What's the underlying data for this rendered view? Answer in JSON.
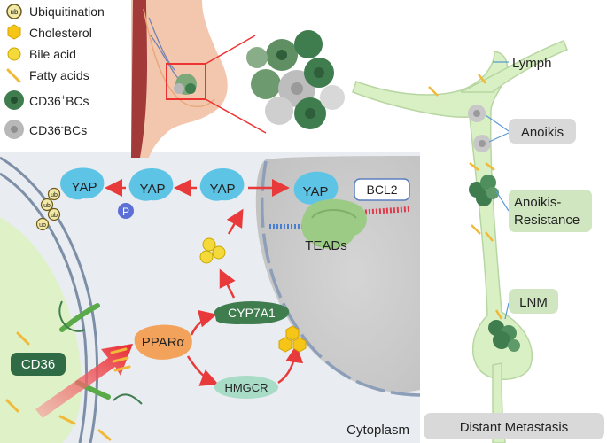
{
  "legend": {
    "items": [
      {
        "label": "Ubiquitination",
        "symbol": "ub"
      },
      {
        "label": "Cholesterol"
      },
      {
        "label": "Bile acid"
      },
      {
        "label": "Fatty acids"
      },
      {
        "label_main": "CD36",
        "label_sup": "+",
        "label_tail": "BCs"
      },
      {
        "label_main": "CD36",
        "label_sup": "-",
        "label_tail": "BCs"
      }
    ]
  },
  "cell": {
    "yap_labels": [
      "YAP",
      "YAP",
      "YAP",
      "YAP"
    ],
    "ub_label": "ub",
    "phospho_label": "P",
    "bcl2_label": "BCL2",
    "teads_label": "TEADs",
    "cyp7a1_label": "CYP7A1",
    "ppara_label": "PPARα",
    "hmgcr_label": "HMGCR",
    "cd36_label": "CD36",
    "cytoplasm_label": "Cytoplasm"
  },
  "vessel": {
    "lymph_label": "Lymph",
    "anoikis_label": "Anoikis",
    "anoikis_resistance_line1": "Anoikis-",
    "anoikis_resistance_line2": "Resistance",
    "lnm_label": "LNM",
    "distant_metastasis_label": "Distant Metastasis"
  },
  "colors": {
    "yap": "#5ec4e6",
    "cd36_pos": "#3f7d4f",
    "cd36_neg": "#b8b8b8",
    "arrow": "#e83a3a",
    "ppara": "#f3a25b",
    "vessel": "#d9f0c4",
    "label_green": "#cfe6c0",
    "label_gray": "#d9d9d9"
  }
}
